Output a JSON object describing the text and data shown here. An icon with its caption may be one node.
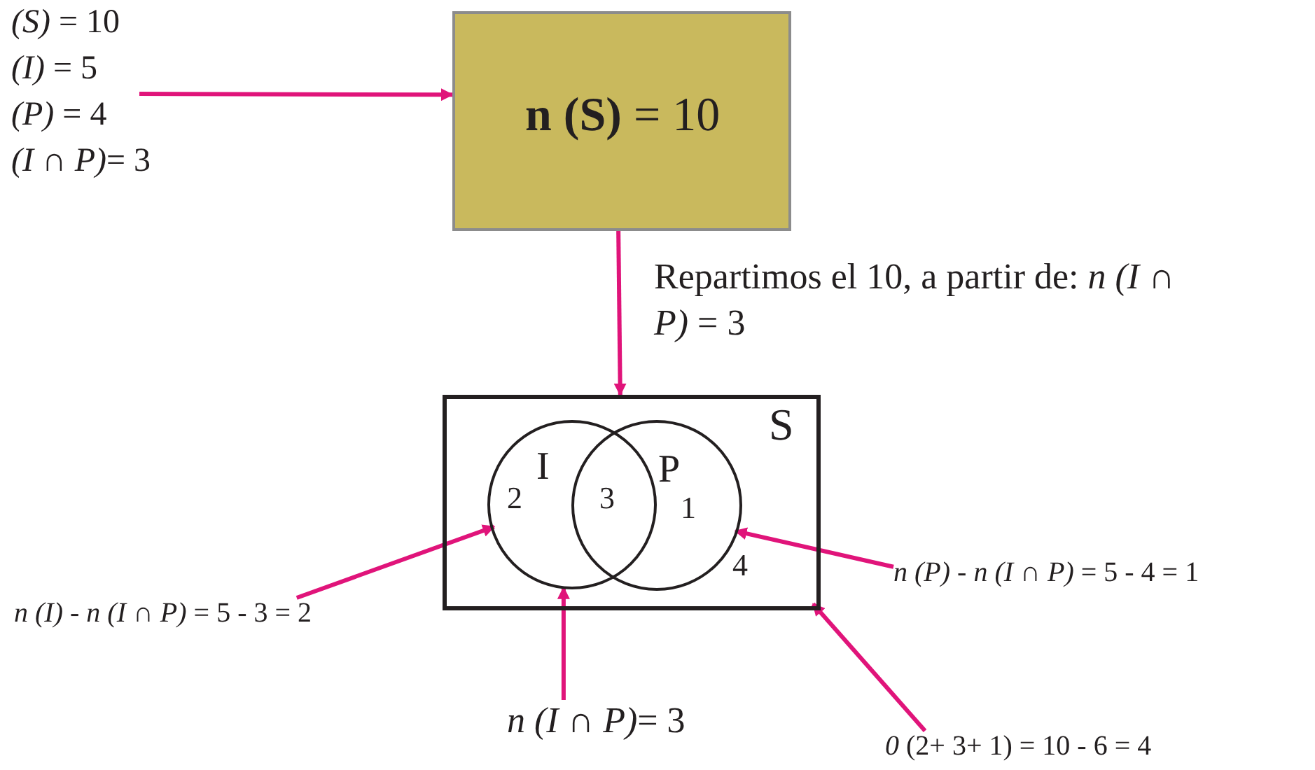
{
  "diagram": {
    "nodes": [
      {
        "text": [
          "*(S)* = 10",
          "*(I)* =  5",
          "*(P)* = 4",
          "*(I ∩ P)*= 3"
        ]
      },
      {
        "text": [
          "**n (S)** = 10"
        ]
      },
      {
        "text": [
          "S"
        ]
      },
      {
        "text": [
          "I"
        ],
        "in": 2
      },
      {
        "text": [
          "P"
        ],
        "in": 2
      },
      {
        "text": [
          "*n (P)*  - *n (I ∩ P)* = 5 - 4 = 1"
        ]
      },
      {
        "text": [
          "*n (I)*  - *n (I ∩ P)* = 5 - 3 = 2"
        ]
      },
      {
        "text": [
          "*n (I ∩ P)*= 3"
        ]
      },
      {
        "text": [
          "*0*  (2+ 3+ 1) = 10 - 6 = 4"
        ]
      }
    ],
    "edges": [
      {
        "from": 0,
        "to": 1,
        "arrow": "to"
      },
      {
        "from": 1,
        "to": 2,
        "arrow": "to",
        "label": "Repartimos el 10, a partir de: *n (I ∩ P)* = 3"
      },
      {
        "from": 6,
        "to": 3,
        "arrow": "to"
      },
      {
        "from": 7,
        "to": 3,
        "arrow": "to"
      },
      {
        "from": 5,
        "to": 4,
        "arrow": "to"
      },
      {
        "from": 8,
        "to": 2,
        "arrow": "to"
      }
    ],
    "labels": [
      "2",
      "3",
      "1",
      "4"
    ]
  }
}
